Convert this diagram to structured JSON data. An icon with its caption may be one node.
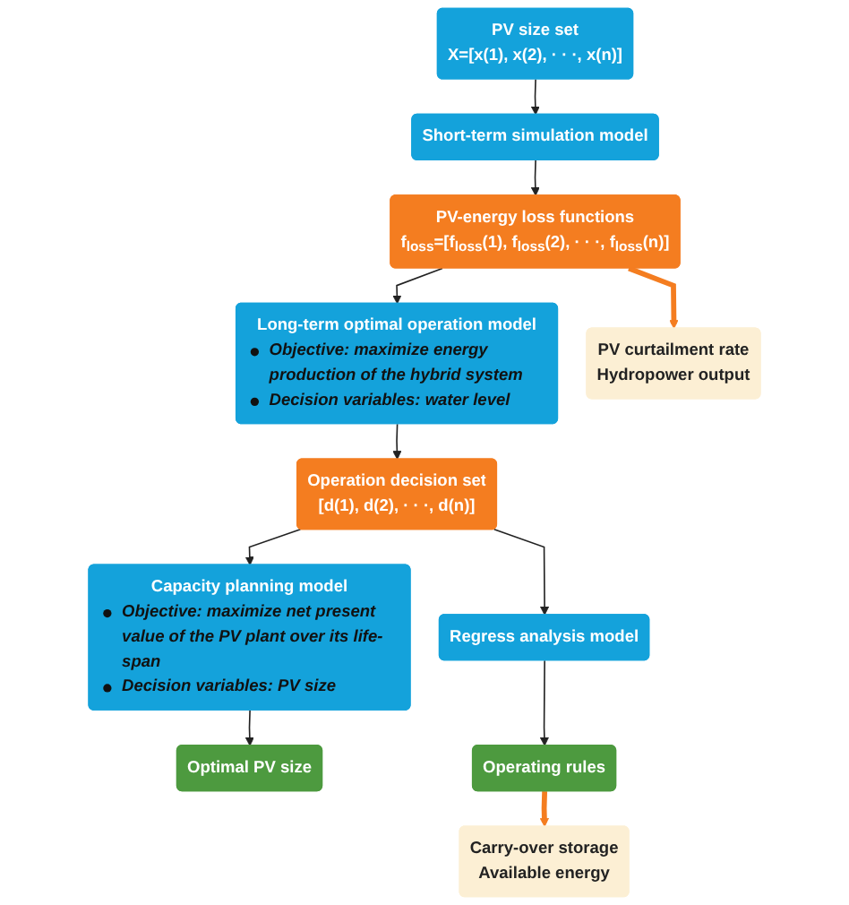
{
  "diagram": {
    "nodes": [
      {
        "text": [
          "PV size set",
          "X=[x(1), x(2), · · ·, x(n)]"
        ]
      },
      {
        "text": [
          "Short-term simulation model"
        ]
      },
      {
        "text": [
          "PV-energy loss functions",
          "f$_{loss}$=[f$_{loss}$(1), f$_{loss}$(2), · · ·, f$_{loss}$(n)]"
        ]
      },
      {
        "text": [
          "PV curtailment rate",
          "Hydropower output"
        ]
      },
      {
        "text": [
          "Long-term optimal operation model",
          "Objective: maximize energy production of the hybrid system",
          "Decision variables: water level"
        ]
      },
      {
        "text": [
          "Operation decision set",
          "[d(1), d(2), · · ·, d(n)]"
        ]
      },
      {
        "text": [
          "Regress analysis model"
        ]
      },
      {
        "text": [
          "Carry-over storage",
          "Available energy"
        ]
      },
      {
        "text": [
          "Capacity planning model",
          "Objective: maximize net present value of the PV plant over its life-span",
          "Decision variables: PV size"
        ]
      },
      {
        "text": [
          "Optimal PV size"
        ]
      },
      {
        "text": [
          "Operating rules"
        ]
      }
    ],
    "edges": [
      {
        "from": 0,
        "to": 1,
        "arrow": "to"
      },
      {
        "from": 1,
        "to": 2,
        "arrow": "to"
      },
      {
        "from": 2,
        "to": 3,
        "arrow": "to",
        "style": "thick",
        "color": "#f47d20"
      },
      {
        "from": 2,
        "to": 4,
        "arrow": "to"
      },
      {
        "from": 4,
        "to": 5,
        "arrow": "to"
      },
      {
        "from": 5,
        "to": 6,
        "arrow": "to"
      },
      {
        "from": 5,
        "to": 8,
        "arrow": "to"
      },
      {
        "from": 8,
        "to": 9,
        "arrow": "to"
      },
      {
        "from": 6,
        "to": 10,
        "arrow": "to"
      },
      {
        "from": 10,
        "to": 7,
        "arrow": "to",
        "style": "thick",
        "color": "#f47d20"
      }
    ]
  }
}
